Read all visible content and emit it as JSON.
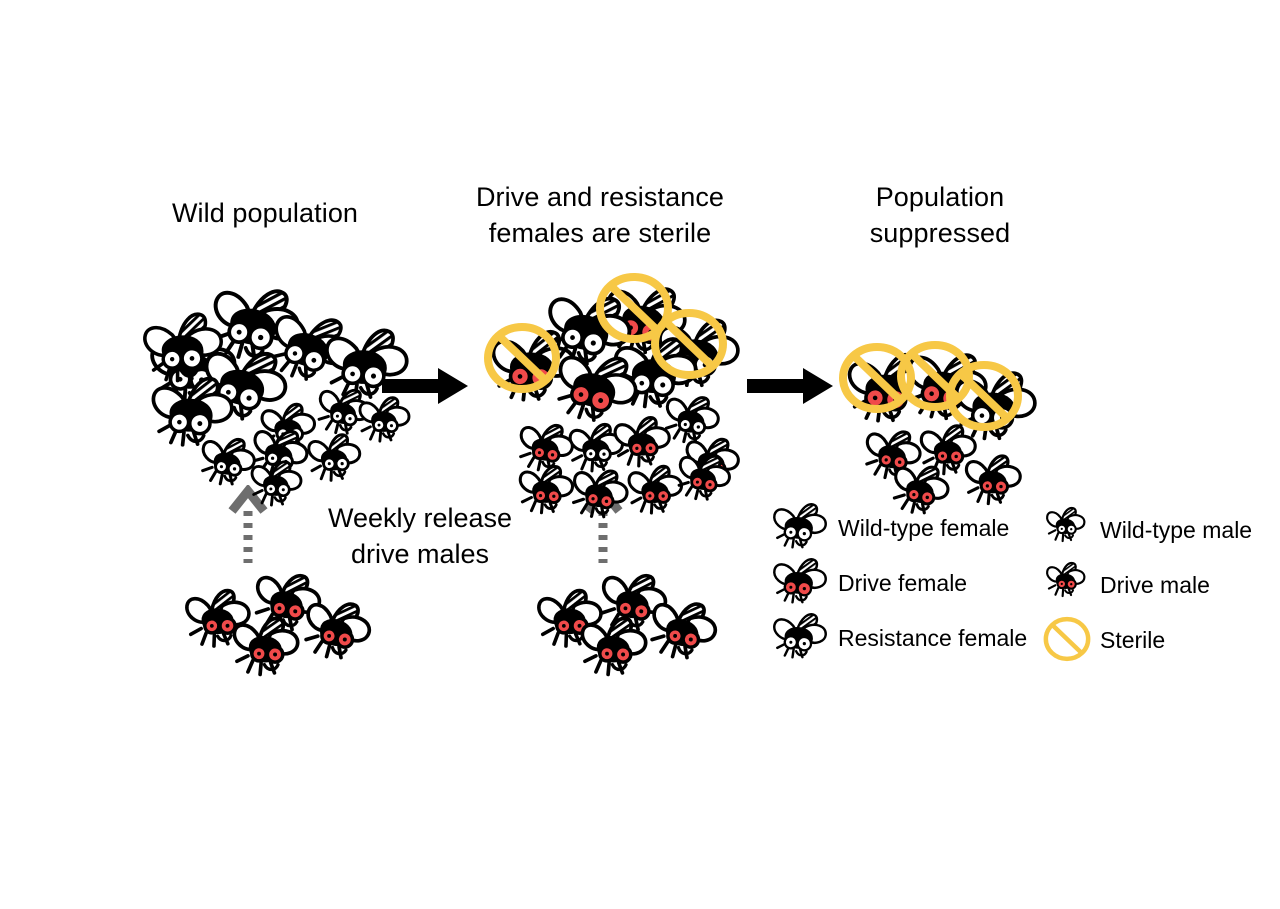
{
  "figure": {
    "title": "Gene drive population suppression schematic",
    "background_color": "#FFFFFF",
    "colors": {
      "red_eye": "#F04A4A",
      "sterile_gold": "#F7C846",
      "black": "#000000",
      "gray_dashed_arrow": "#6E6E6E",
      "wing_fill": "#FFFFFF"
    }
  },
  "panels": [
    {
      "id": "wild",
      "title": "Wild population",
      "fly_counts": {
        "wild_type_female": 7,
        "wild_type_male": 7
      }
    },
    {
      "id": "drive",
      "title": "Drive and resistance\nfemales are sterile",
      "fly_counts": {
        "wild_type_female": 3,
        "drive_female": 2,
        "resistance_female": 1,
        "wild_type_male": 2,
        "drive_male": 7,
        "sterile_marks": 3
      }
    },
    {
      "id": "suppressed",
      "title": "Population\nsuppressed",
      "fly_counts": {
        "drive_female": 2,
        "resistance_female": 1,
        "drive_male": 4,
        "sterile_marks": 3
      }
    }
  ],
  "release": {
    "caption": "Weekly release\ndrive males",
    "groups": [
      {
        "id": "release-left",
        "drive_male": 4
      },
      {
        "id": "release-middle",
        "drive_male": 4
      }
    ],
    "arrow_label": "weekly release arrow"
  },
  "arrows": {
    "stage1_to_stage2": "right-arrow",
    "stage2_to_stage3": "right-arrow"
  },
  "legend": {
    "items": [
      {
        "label": "Wild-type female",
        "icon": "wild-type-female-icon",
        "column": "left"
      },
      {
        "label": "Drive female",
        "icon": "drive-female-icon",
        "column": "left"
      },
      {
        "label": "Resistance female",
        "icon": "resistance-female-icon",
        "column": "left"
      },
      {
        "label": "Wild-type male",
        "icon": "wild-type-male-icon",
        "column": "right"
      },
      {
        "label": "Drive male",
        "icon": "drive-male-icon",
        "column": "right"
      },
      {
        "label": "Sterile",
        "icon": "sterile-icon",
        "column": "right"
      }
    ]
  }
}
